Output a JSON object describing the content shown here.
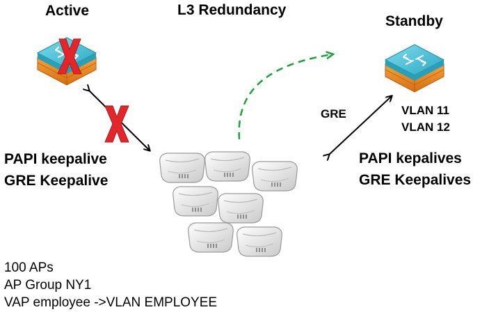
{
  "title": "L3 Redundancy",
  "active": {
    "label": "Active",
    "status": "failed",
    "icon": "switch-icon"
  },
  "standby": {
    "label": "Standby",
    "icon": "switch-icon"
  },
  "left_keepalives": {
    "line1": "PAPI keepalive",
    "line2": "GRE Keepalive"
  },
  "right_keepalives": {
    "line1": "PAPI kepalives",
    "line2": "GRE Keepalives"
  },
  "gre_label": "GRE",
  "vlans": [
    "VLAN 11",
    "VLAN 12"
  ],
  "ap_info": {
    "line1": "100 APs",
    "line2": "AP Group NY1",
    "line3": "VAP employee ->VLAN EMPLOYEE"
  },
  "access_points": {
    "count_shown": 7,
    "icon": "access-point-icon"
  },
  "colors": {
    "failure_x": "#e3262b",
    "failover_arrow": "#1aa33a",
    "switch_top": "#46c3d8",
    "switch_side": "#e98a1f",
    "text": "#000000"
  }
}
